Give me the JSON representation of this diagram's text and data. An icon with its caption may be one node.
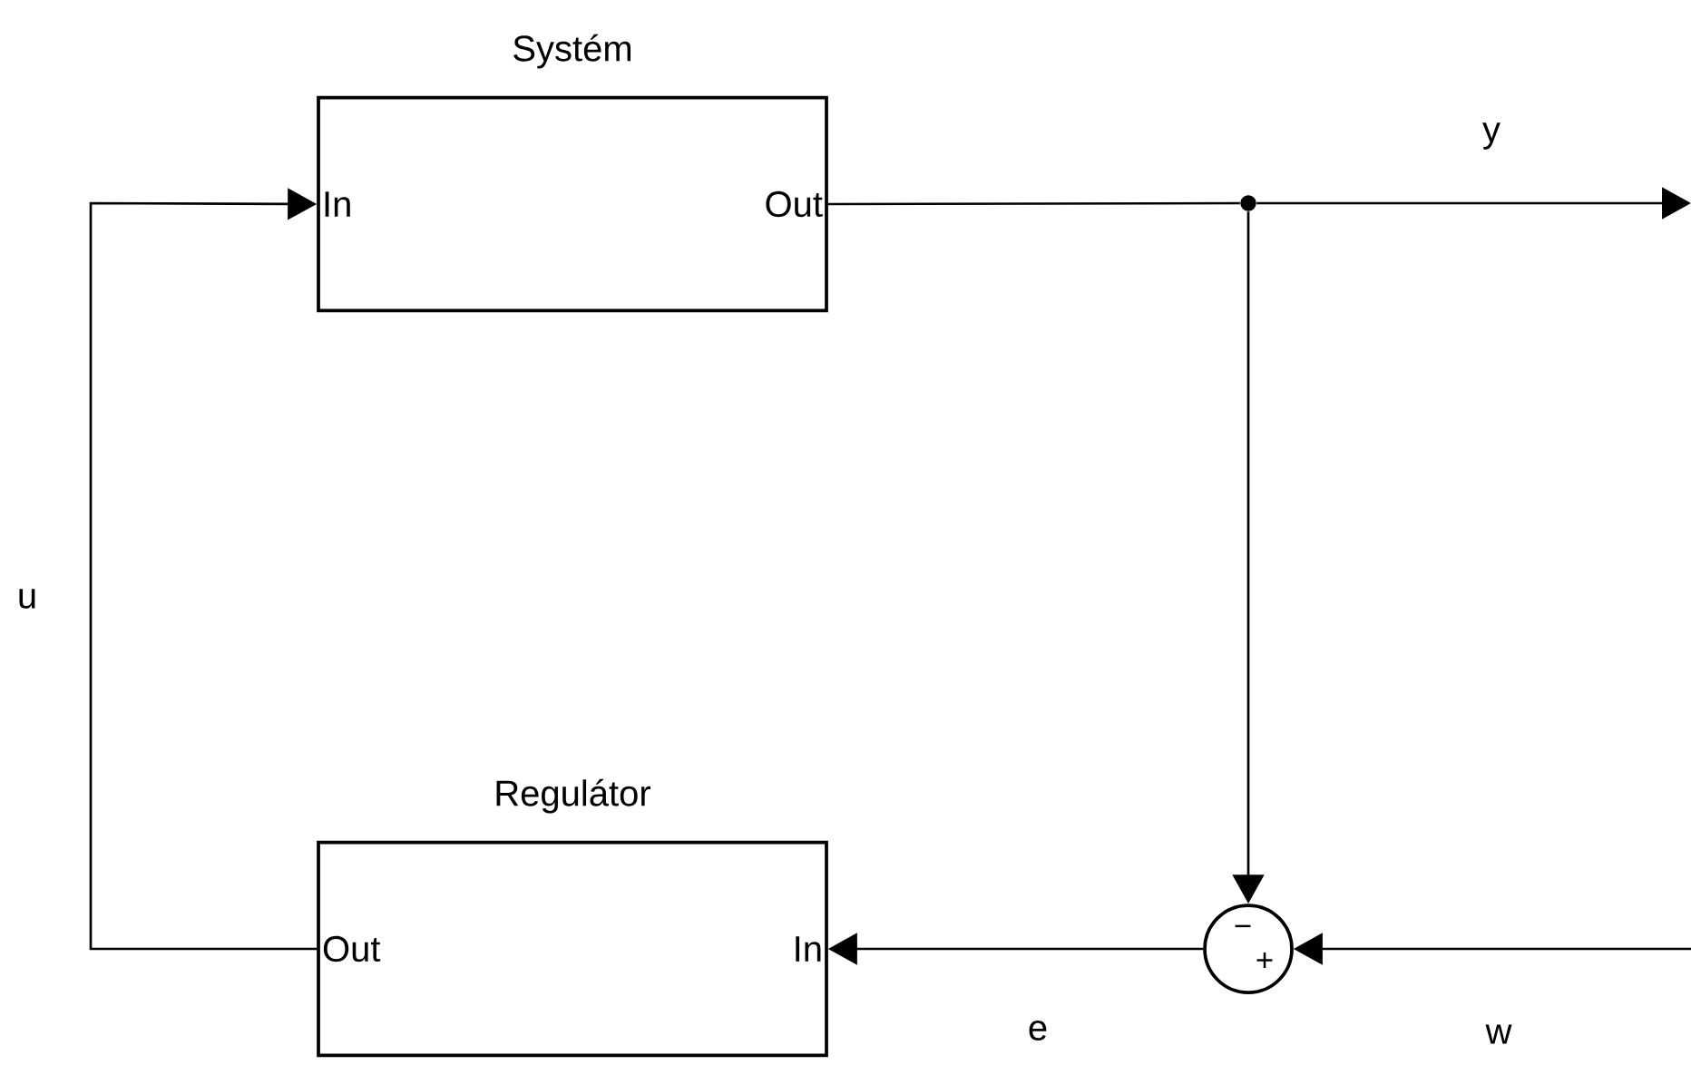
{
  "diagram": {
    "nodes": [
      {
        "text": [
          "Systém",
          "In",
          "Out"
        ]
      },
      {
        "text": [
          "Regulátor",
          "Out",
          "In"
        ]
      },
      {
        "text": [
          "−",
          "+"
        ]
      },
      {
        "text": [],
        "shape": "circle"
      }
    ],
    "edges": [
      {
        "from": 0,
        "to": 3,
        "arrow": "none"
      },
      {
        "from": 3,
        "to": null,
        "arrow": "to",
        "label": "y"
      },
      {
        "from": 3,
        "to": 2,
        "arrow": "to"
      },
      {
        "from": null,
        "to": 2,
        "arrow": "to",
        "label": "w"
      },
      {
        "from": 2,
        "to": 1,
        "arrow": "to",
        "label": "e"
      },
      {
        "from": 1,
        "to": 0,
        "arrow": "to",
        "label": "u"
      }
    ]
  }
}
